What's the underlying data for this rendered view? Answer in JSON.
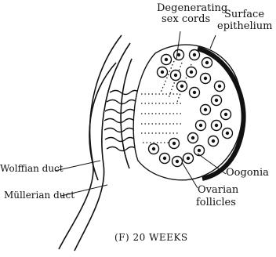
{
  "labels": {
    "degenerating_1": "Degenerating",
    "degenerating_2": "sex cords",
    "surface_1": "Surface",
    "surface_2": "epithelium",
    "oogonia": "Oogonia",
    "ovarian_1": "Ovarian",
    "ovarian_2": "follicles",
    "wolffian": "Wolffian duct",
    "mullerian": "Müllerian duct",
    "caption": "(F)  20 WEEKS"
  },
  "colors": {
    "ink": "#111111",
    "paper": "#ffffff"
  }
}
